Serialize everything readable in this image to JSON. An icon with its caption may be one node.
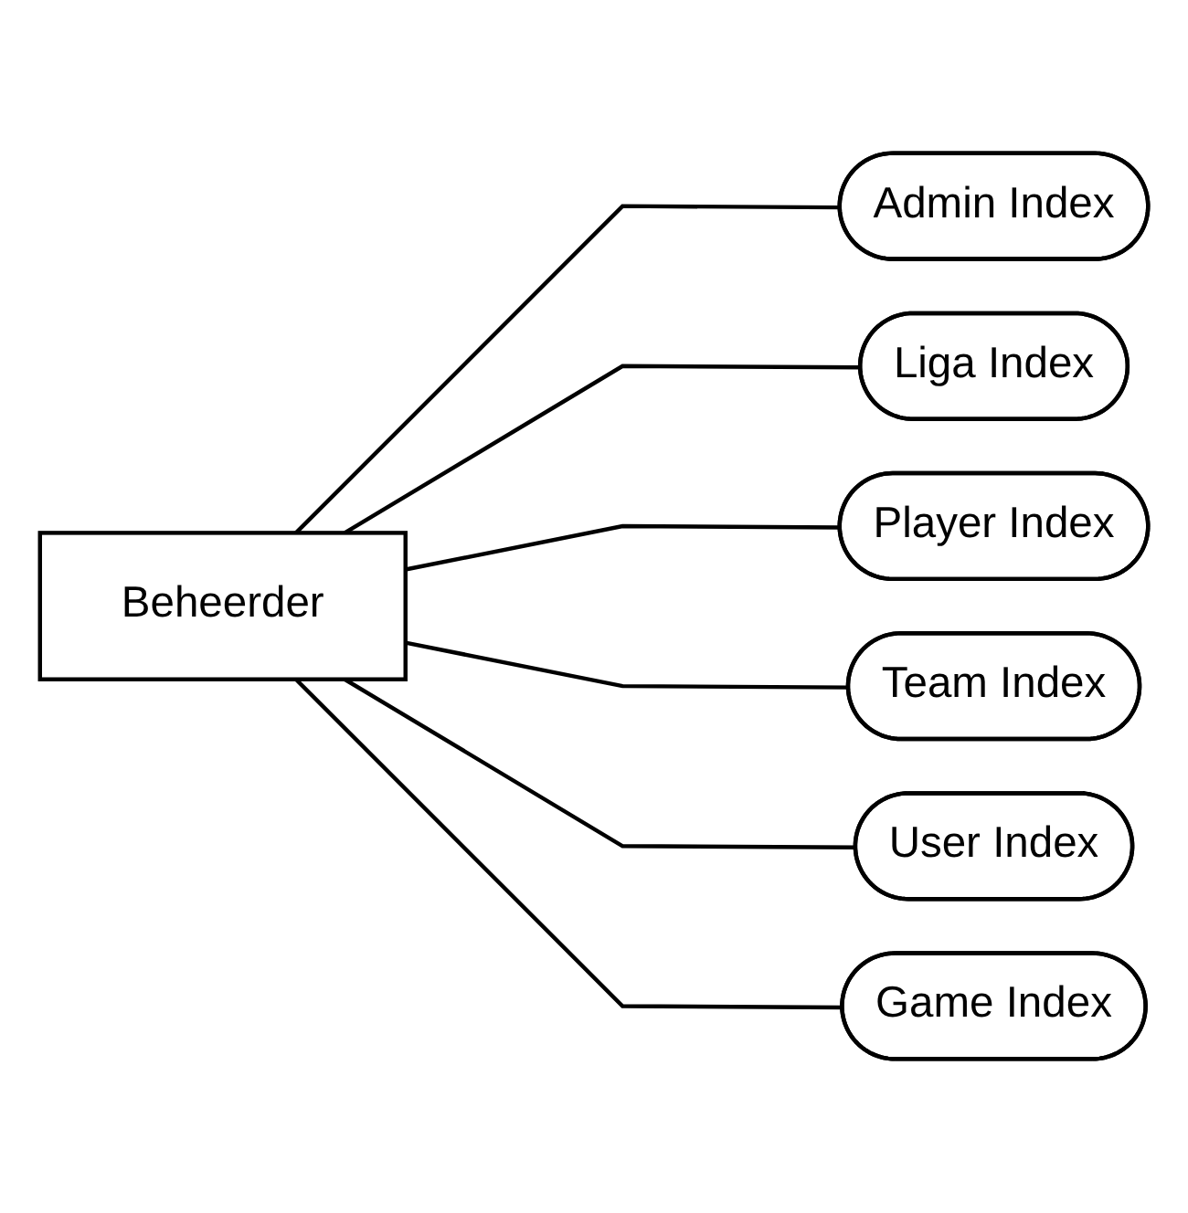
{
  "diagram": {
    "nodes": [
      {
        "text": [
          "Beheerder"
        ]
      },
      {
        "text": [
          "Admin Index"
        ]
      },
      {
        "text": [
          "Liga Index"
        ]
      },
      {
        "text": [
          "Player Index"
        ]
      },
      {
        "text": [
          "Team Index"
        ]
      },
      {
        "text": [
          "User Index"
        ]
      },
      {
        "text": [
          "Game Index"
        ]
      }
    ],
    "edges": [
      {
        "from": 0,
        "to": 1,
        "arrow": "none"
      },
      {
        "from": 0,
        "to": 2,
        "arrow": "none"
      },
      {
        "from": 0,
        "to": 3,
        "arrow": "none"
      },
      {
        "from": 0,
        "to": 4,
        "arrow": "none"
      },
      {
        "from": 0,
        "to": 5,
        "arrow": "none"
      },
      {
        "from": 0,
        "to": 6,
        "arrow": "none"
      }
    ]
  }
}
